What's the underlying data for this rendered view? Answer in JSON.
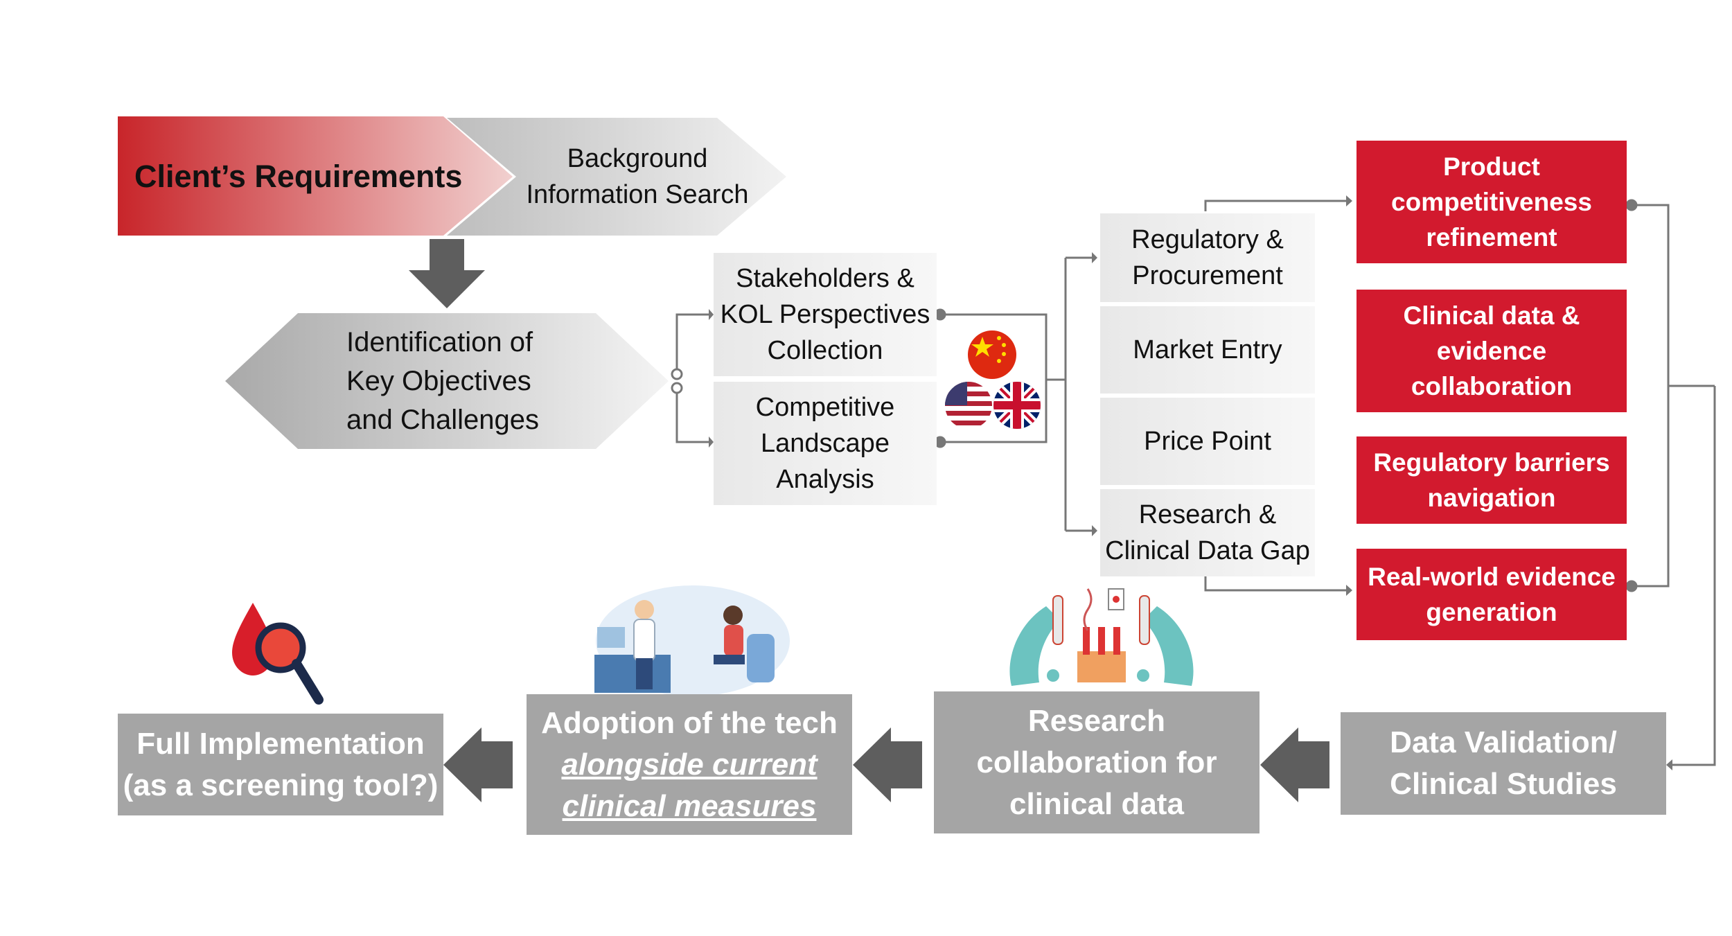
{
  "header": {
    "clients_requirements": "Client’s Requirements",
    "background_search": "Background\nInformation Search"
  },
  "identification": "Identification of\nKey Objectives\nand Challenges",
  "analysis": {
    "stakeholders": "Stakeholders &\nKOL Perspectives\nCollection",
    "competitive": "Competitive\nLandscape\nAnalysis"
  },
  "countries": [
    "china-flag-icon",
    "usa-flag-icon",
    "uk-flag-icon"
  ],
  "findings": {
    "regulatory": "Regulatory &\nProcurement",
    "market_entry": "Market Entry",
    "price_point": "Price Point",
    "research_gap": "Research &\nClinical Data Gap"
  },
  "outcomes": {
    "product": "Product\ncompetitiveness\nrefinement",
    "clinical": "Clinical data &\nevidence\ncollaboration",
    "regulatory_barriers": "Regulatory barriers\nnavigation",
    "rwe": "Real-world evidence\ngeneration"
  },
  "bottom": {
    "data_validation": "Data Validation/\nClinical Studies",
    "research_collab": "Research\ncollaboration for\nclinical data",
    "adoption_line1": "Adoption of the tech",
    "adoption_line2": "alongside current",
    "adoption_line3": "clinical measures",
    "full_impl": "Full Implementation\n(as a screening tool?)"
  },
  "colors": {
    "red": "#d21a2e",
    "grey_box": "#a5a5a5",
    "arrow_grey": "#5e5e5e",
    "connector": "#777777"
  }
}
